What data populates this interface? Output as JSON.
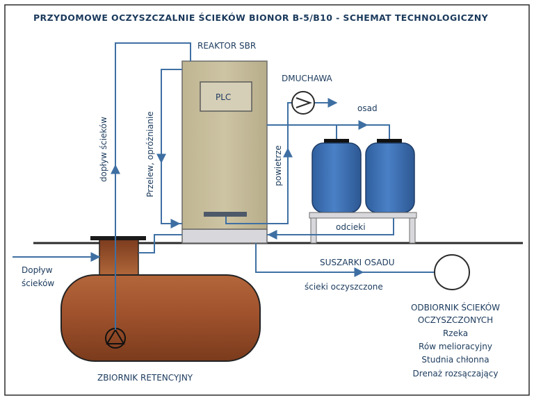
{
  "title": "PRZYDOMOWE OCZYSZCZALNIE ŚCIEKÓW BIONOR B-5/B10 - SCHEMAT TECHNOLOGICZNY",
  "reactor": {
    "label": "REAKTOR SBR",
    "plc": "PLC"
  },
  "blower": {
    "label": "DMUCHAWA"
  },
  "flows": {
    "doplyw_vertical": "dopływ ścieków",
    "przelew": "Przelew, opróżnianie",
    "powietrze": "powietrze",
    "osad": "osad",
    "odcieki": "odcieki",
    "scieki_oczyszczone": "ścieki oczyszczone"
  },
  "inlet": {
    "line1": "Dopływ",
    "line2": "ścieków"
  },
  "dryers": {
    "label": "SUSZARKI OSADU"
  },
  "tank": {
    "label": "ZBIORNIK RETENCYJNY"
  },
  "receiver": {
    "title1": "ODBIORNIK ŚCIEKÓW",
    "title2": "OCZYSZCZONYCH",
    "items": [
      "Rzeka",
      "Rów melioracyjny",
      "Studnia chłonna",
      "Drenaż rozsączający"
    ]
  },
  "colors": {
    "pipe": "#3e6fa3",
    "reactor_fill": "#c9bf9e",
    "tank_fill": "#a0522d",
    "container_fill": "#3f73b8",
    "ground": "#2b2b2b"
  }
}
